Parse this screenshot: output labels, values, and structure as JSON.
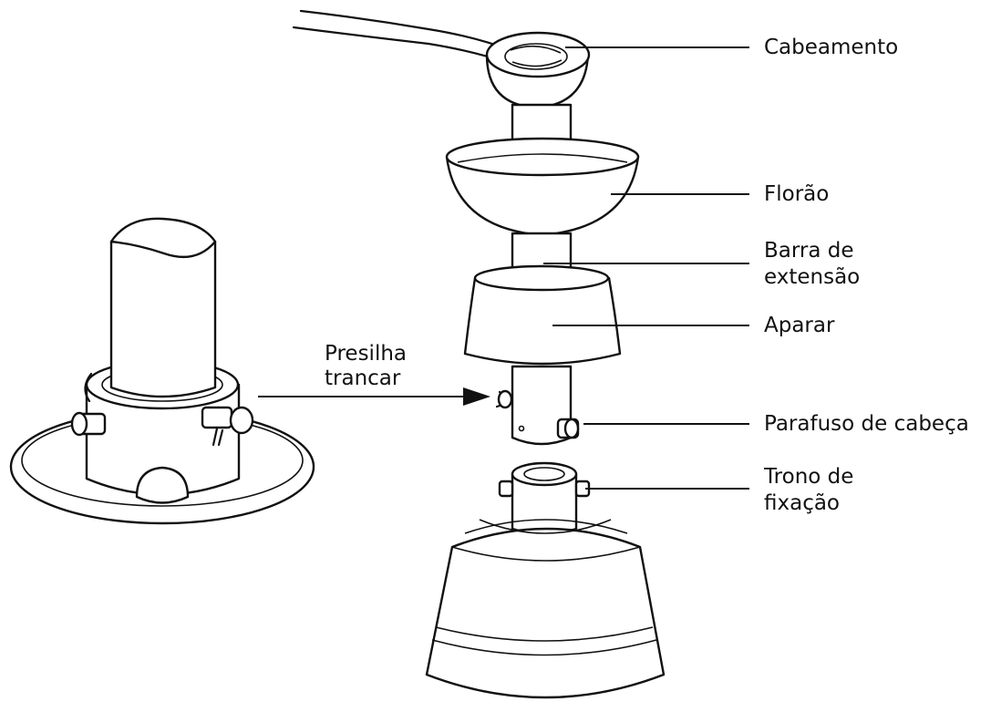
{
  "labels": {
    "cabeamento": "Cabeamento",
    "florao": "Florão",
    "barra_line1": "Barra de",
    "barra_line2": "extensão",
    "aparar": "Aparar",
    "parafuso": "Parafuso de cabeça",
    "trono_line1": "Trono de",
    "trono_line2": "fixação",
    "presilha_line1": "Presilha",
    "presilha_line2": "trancar"
  }
}
